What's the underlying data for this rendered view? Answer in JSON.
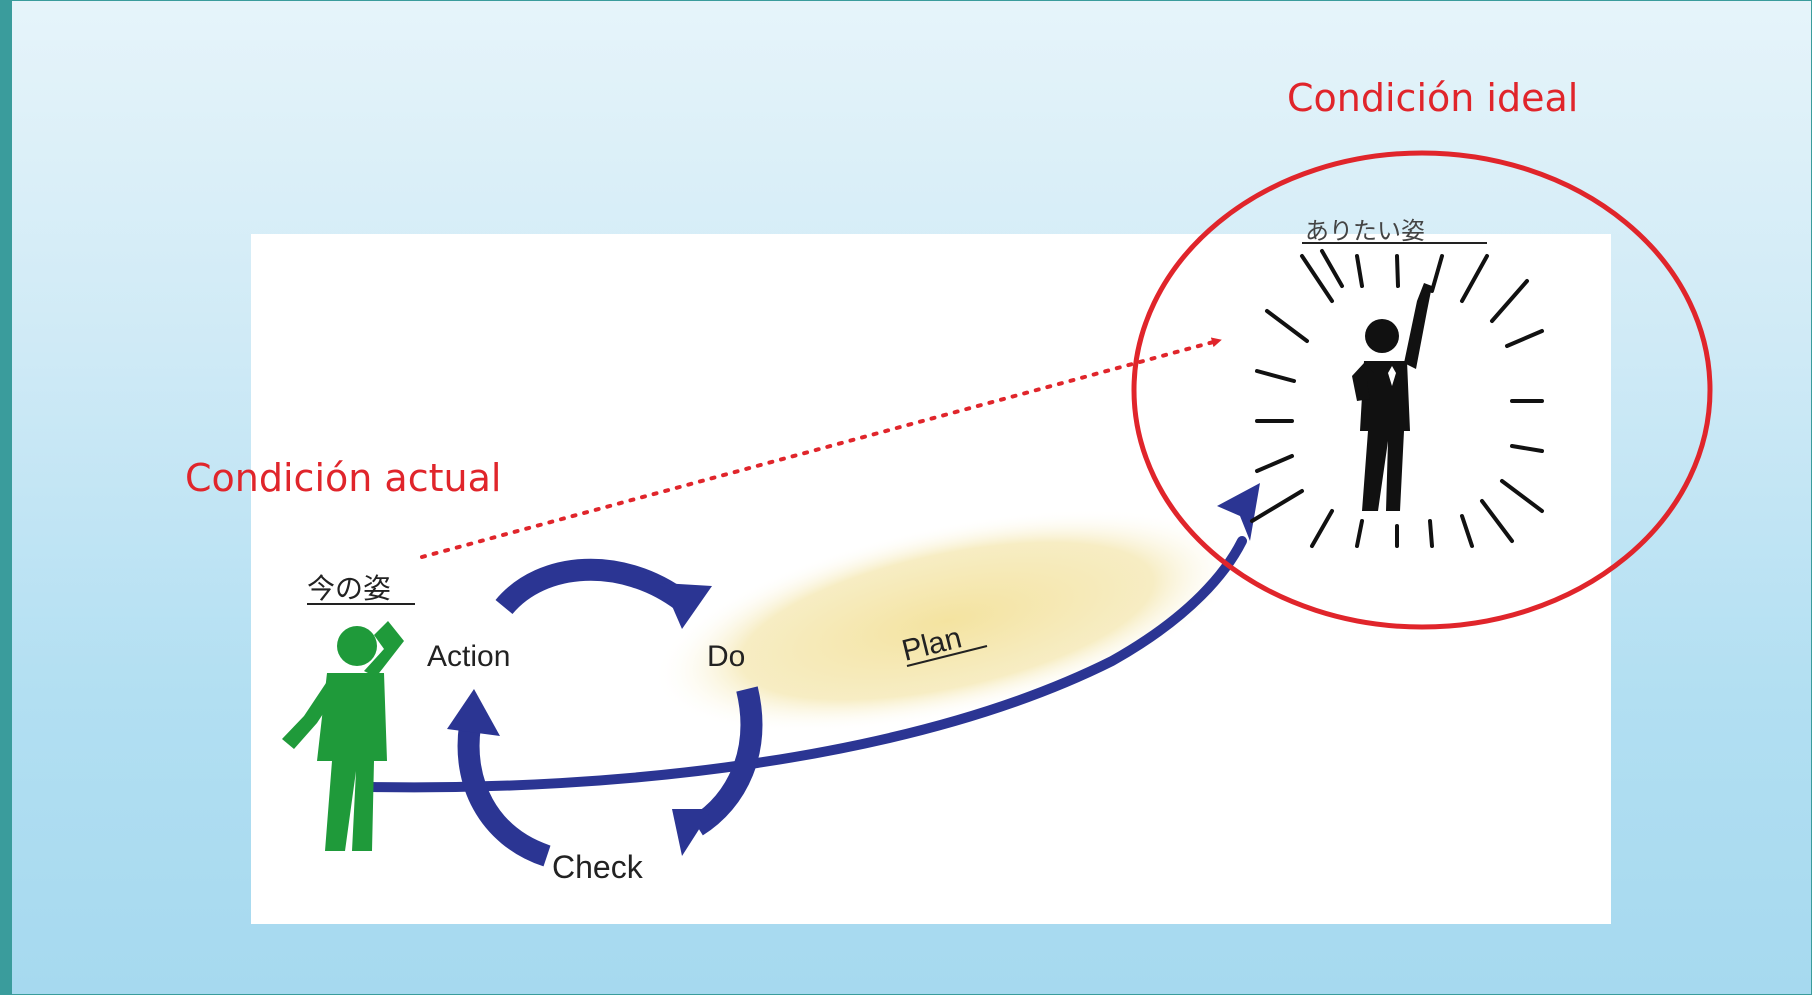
{
  "labels": {
    "condicion_ideal": "Condición ideal",
    "condicion_actual": "Condición actual",
    "ima_no_sugata": "今の姿",
    "arita_sugata": "ありたい姿",
    "action": "Action",
    "do": "Do",
    "check": "Check",
    "plan": "Plan"
  },
  "colors": {
    "accent_red": "#e0252b",
    "arrow_blue": "#2b3593",
    "figure_green": "#1f9a3a",
    "figure_black": "#111111",
    "plan_glow": "#f4e6a6",
    "frame_teal": "#3a9c9c"
  },
  "icons": {
    "current_person": "person-scratching-head-icon",
    "ideal_person": "person-celebrating-icon"
  }
}
